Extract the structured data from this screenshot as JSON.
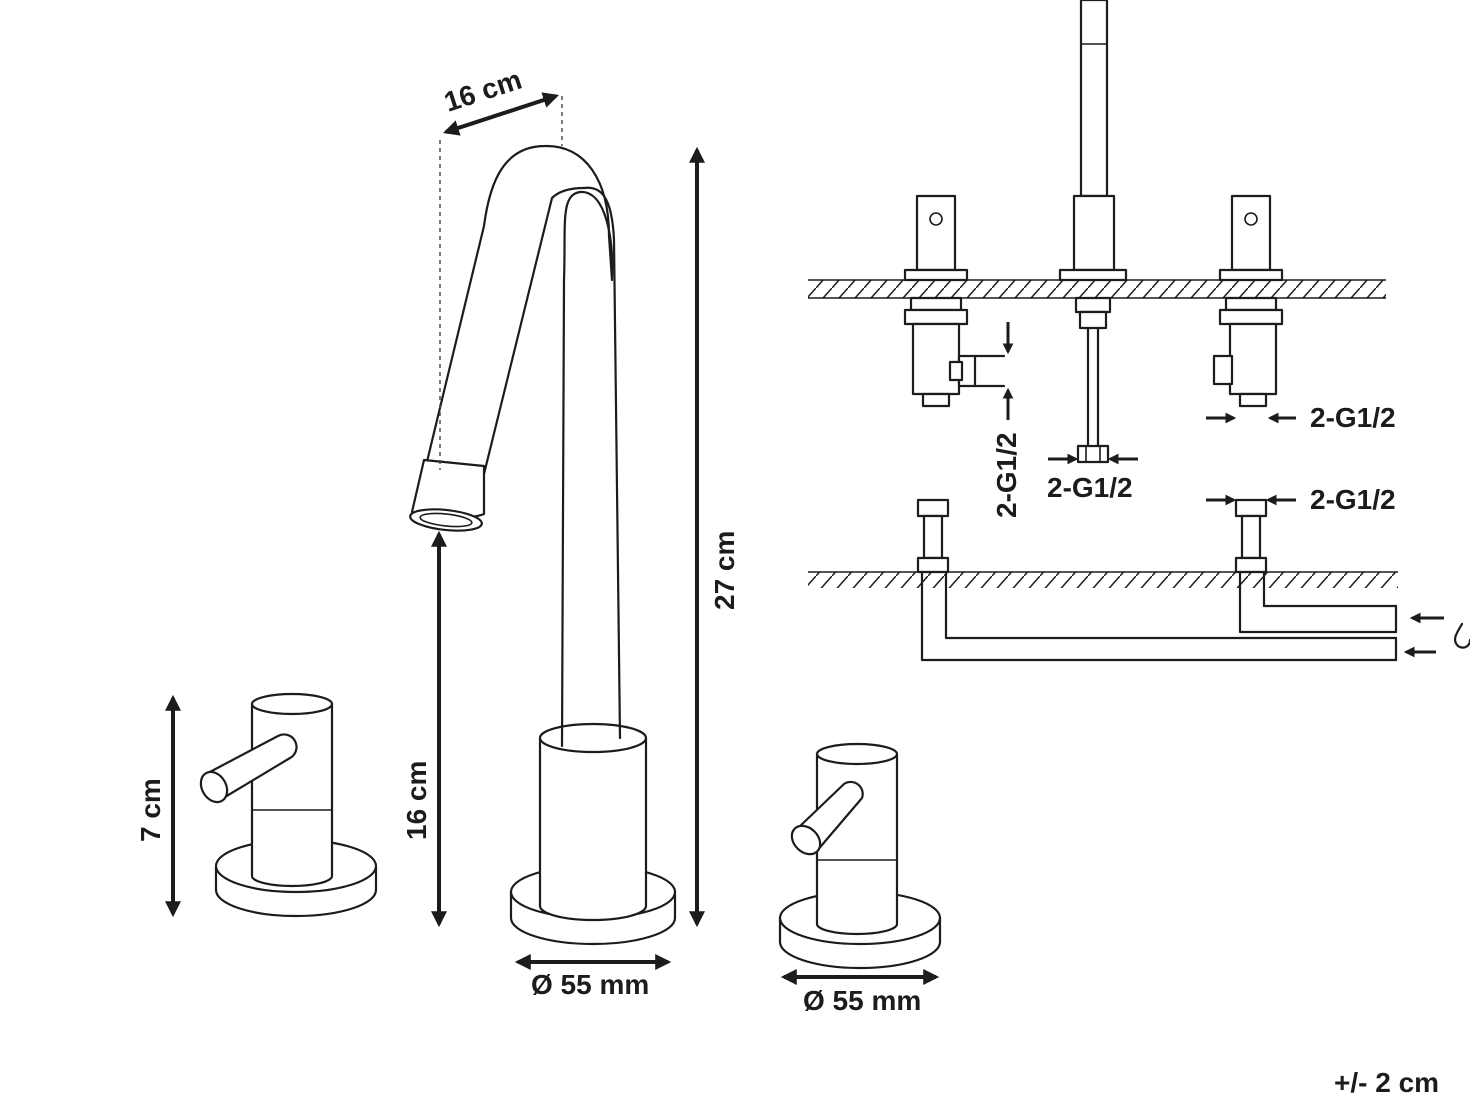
{
  "labels": {
    "spout_reach": "16 cm",
    "total_height": "27 cm",
    "spout_height": "16 cm",
    "handle_height": "7 cm",
    "base_diameter_center": "Ø 55 mm",
    "base_diameter_right": "Ø 55 mm",
    "conn_left": "2-G1/2",
    "conn_center": "2-G1/2",
    "conn_right_upper": "2-G1/2",
    "conn_right_lower": "2-G1/2",
    "tolerance": "+/- 2 cm"
  },
  "icons": [
    "arrow-head-icon",
    "water-drop-icon",
    "hatch-surface-icon"
  ]
}
